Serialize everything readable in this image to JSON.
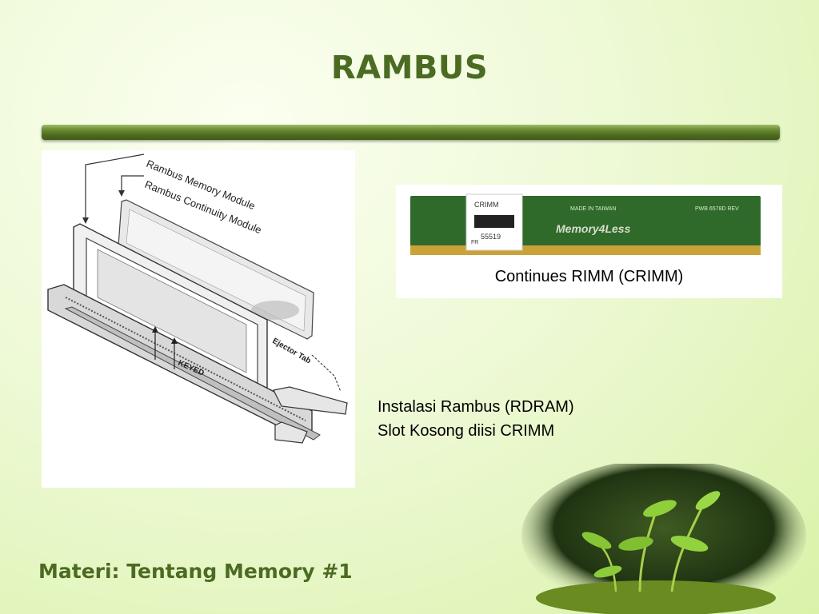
{
  "slide": {
    "title": "RAMBUS",
    "footer": "Materi: Tentang Memory #1",
    "diagram": {
      "label_memory_module": "Rambus Memory Module",
      "label_continuity_module": "Rambus Continuity Module",
      "label_ejector_tab": "Ejector Tab",
      "label_keyed": "KEYED"
    },
    "photo": {
      "sticker_label": "CRIMM",
      "sticker_number": "55519",
      "sticker_prefix": "FR",
      "brand_logo": "Memory4Less",
      "pcb_text_made_in": "MADE IN TAIWAN",
      "pcb_text_part": "PWB 6578D REV",
      "caption": "Continues RIMM (CRIMM)"
    },
    "body_lines": [
      "Instalasi Rambus (RDRAM)",
      "Slot Kosong diisi CRIMM"
    ],
    "colors": {
      "title": "#4b6b23",
      "bar": "#4d6a1f",
      "pcb": "#2f6a2a",
      "gold": "#c9a23a"
    }
  }
}
